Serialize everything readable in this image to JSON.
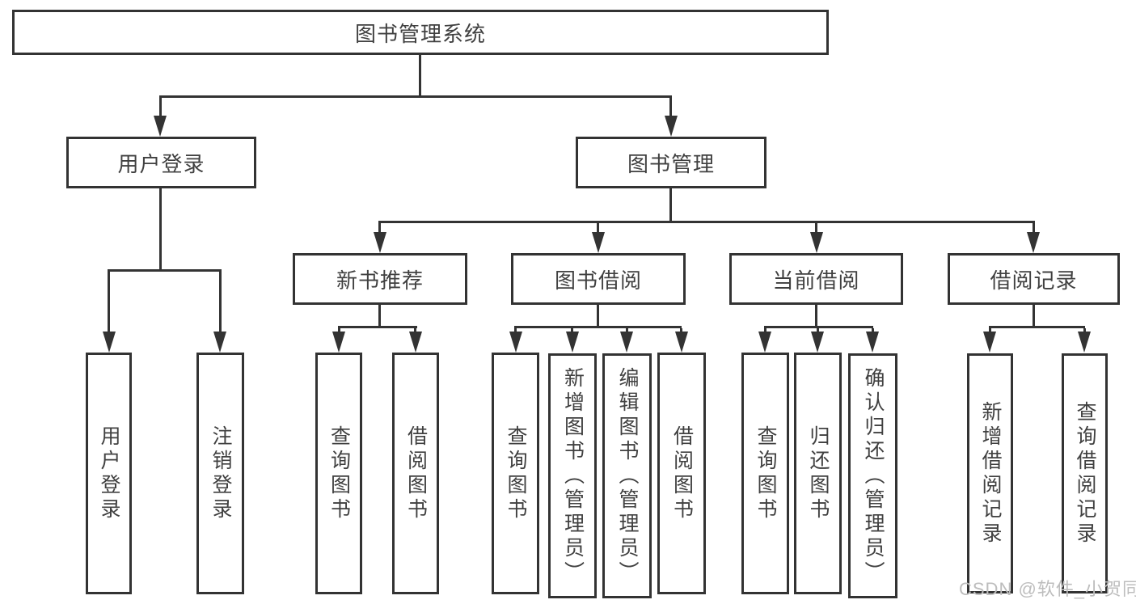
{
  "diagram_type": "hierarchy-tree",
  "tree": {
    "label": "图书管理系统",
    "children": [
      {
        "label": "用户登录",
        "children": [
          {
            "label": "用户登录"
          },
          {
            "label": "注销登录"
          }
        ]
      },
      {
        "label": "图书管理",
        "children": [
          {
            "label": "新书推荐",
            "children": [
              {
                "label": "查询图书"
              },
              {
                "label": "借阅图书"
              }
            ]
          },
          {
            "label": "图书借阅",
            "children": [
              {
                "label": "查询图书"
              },
              {
                "label": "新增图书（管理员）"
              },
              {
                "label": "编辑图书（管理员）"
              },
              {
                "label": "借阅图书"
              }
            ]
          },
          {
            "label": "当前借阅",
            "children": [
              {
                "label": "查询图书"
              },
              {
                "label": "归还图书"
              },
              {
                "label": "确认归还（管理员）"
              }
            ]
          },
          {
            "label": "借阅记录",
            "children": [
              {
                "label": "新增借阅记录"
              },
              {
                "label": "查询借阅记录"
              }
            ]
          }
        ]
      }
    ]
  },
  "watermark": "CSDN @软件_小贺同学",
  "colors": {
    "line": "#333333",
    "text": "#404040",
    "background": "#ffffff",
    "watermark": "#bdbdbd"
  }
}
